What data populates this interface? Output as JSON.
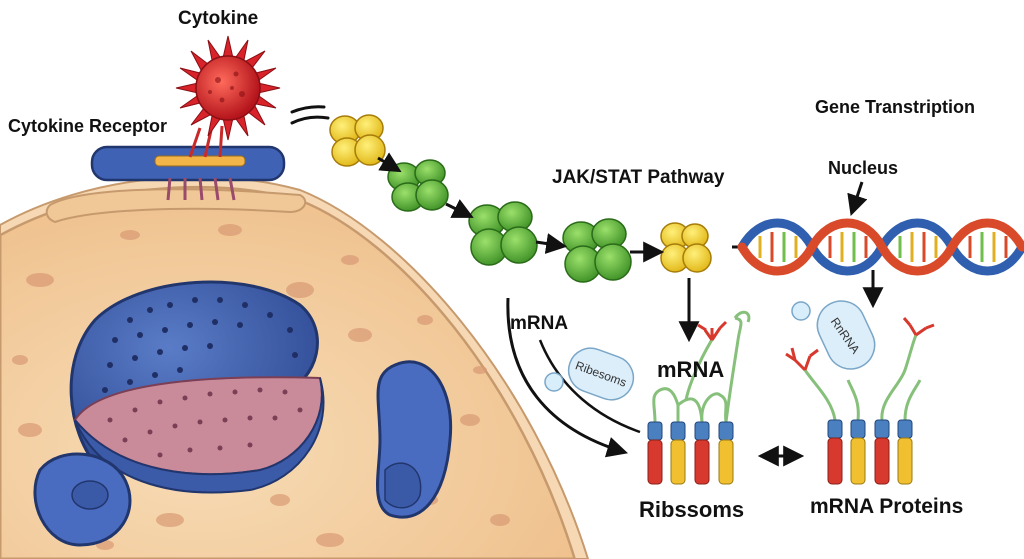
{
  "labels": {
    "cytokine": "Cytokine",
    "cytokine_receptor": "Cytokine Receptor",
    "gene_transcription": "Gene Transtription",
    "jak_stat": "JAK/STAT Pathway",
    "nucleus": "Nucleus",
    "mrna_left": "mRNA",
    "mrna_center": "mRNA",
    "ribosomes_bottom": "Ribssoms",
    "mrna_proteins": "mRNA Proteins",
    "ribosome_pill": "Ribesoms",
    "rna_pill": "RnRNA"
  },
  "colors": {
    "cytoplasm": "#f3c99a",
    "membrane": "#e9b98a",
    "nucleus_blue": "#3f5fae",
    "nucleolus_pink": "#c98a9a",
    "cytokine_red": "#d8232a",
    "stat_yellow": "#f2d22e",
    "jak_green": "#5fb83a",
    "dna_blue": "#2f5fae",
    "dna_red": "#d84a2a",
    "strand_green": "#86c07a",
    "bar_red": "#d8392e",
    "bar_yellow": "#f0c030",
    "bar_blue": "#4a7fc0"
  },
  "icons": [
    "cytokine-icon",
    "receptor-icon",
    "stat-protein-icon",
    "jak-protein-icon",
    "dna-helix-icon",
    "ribosome-cluster-icon",
    "protein-cluster-icon"
  ]
}
